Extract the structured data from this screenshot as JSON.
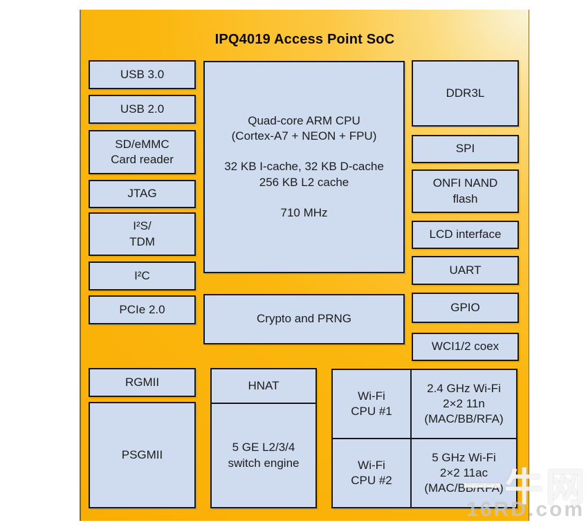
{
  "title": "IPQ4019 Access Point SoC",
  "blocks": {
    "usb3": "USB 3.0",
    "usb2": "USB 2.0",
    "sd_emmc": "SD/eMMC\nCard reader",
    "jtag": "JTAG",
    "i2s_tdm": "I²S/\nTDM",
    "i2c": "I²C",
    "pcie": "PCIe 2.0",
    "cpu": "Quad-core ARM CPU\n(Cortex-A7 + NEON + FPU)\n\n32 KB I-cache, 32 KB D-cache\n256 KB L2 cache\n\n710 MHz",
    "crypto": "Crypto and PRNG",
    "ddr3l": "DDR3L",
    "spi": "SPI",
    "onfi_nand": "ONFI NAND\nflash",
    "lcd": "LCD interface",
    "uart": "UART",
    "gpio": "GPIO",
    "wci_coex": "WCI1/2 coex",
    "rgmii": "RGMII",
    "psgmii": "PSGMII",
    "hnat": "HNAT",
    "switch_engine": "5 GE L2/3/4\nswitch engine",
    "wifi_cpu1": "Wi-Fi\nCPU #1",
    "wifi_radio_24": "2.4 GHz Wi-Fi\n2×2 11n\n(MAC/BB/RFA)",
    "wifi_cpu2": "Wi-Fi\nCPU #2",
    "wifi_radio_5": "5 GHz Wi-Fi\n2×2 11ac\n(MAC/BB/RFA)"
  },
  "watermark": {
    "logo_text": "一牛网",
    "site_text": "16RD.com"
  },
  "colors": {
    "panel_orange": "#F9AE05",
    "panel_gold": "#FCC741",
    "panel_cream": "#FAF4DA",
    "block_fill": "#CFDCEF",
    "block_border": "#16181C"
  }
}
